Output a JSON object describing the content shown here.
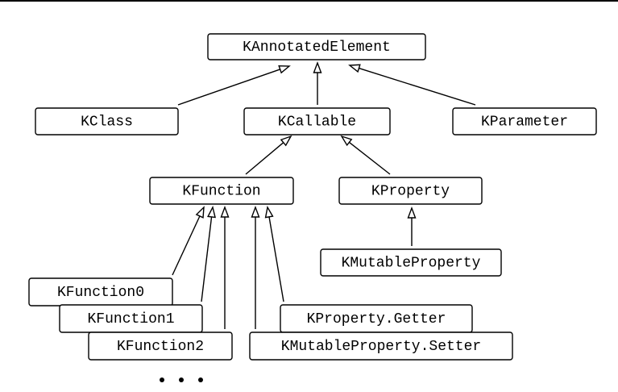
{
  "diagram": {
    "nodes": [
      {
        "id": "kannotatedelement",
        "label": "KAnnotatedElement"
      },
      {
        "id": "kclass",
        "label": "KClass"
      },
      {
        "id": "kcallable",
        "label": "KCallable"
      },
      {
        "id": "kparameter",
        "label": "KParameter"
      },
      {
        "id": "kfunction",
        "label": "KFunction"
      },
      {
        "id": "kproperty",
        "label": "KProperty"
      },
      {
        "id": "kmutableproperty",
        "label": "KMutableProperty"
      },
      {
        "id": "kfunction0",
        "label": "KFunction0"
      },
      {
        "id": "kfunction1",
        "label": "KFunction1"
      },
      {
        "id": "kfunction2",
        "label": "KFunction2"
      },
      {
        "id": "kproperty-getter",
        "label": "KProperty.Getter"
      },
      {
        "id": "kmutableproperty-setter",
        "label": "KMutableProperty.Setter"
      }
    ],
    "edges": [
      {
        "from": "kclass",
        "to": "kannotatedelement"
      },
      {
        "from": "kcallable",
        "to": "kannotatedelement"
      },
      {
        "from": "kparameter",
        "to": "kannotatedelement"
      },
      {
        "from": "kfunction",
        "to": "kcallable"
      },
      {
        "from": "kproperty",
        "to": "kcallable"
      },
      {
        "from": "kmutableproperty",
        "to": "kproperty"
      },
      {
        "from": "kfunction0",
        "to": "kfunction"
      },
      {
        "from": "kfunction1",
        "to": "kfunction"
      },
      {
        "from": "kfunction2",
        "to": "kfunction"
      },
      {
        "from": "kmutableproperty-setter",
        "to": "kfunction"
      },
      {
        "from": "kproperty-getter",
        "to": "kfunction"
      }
    ],
    "more_indicator": "..."
  }
}
